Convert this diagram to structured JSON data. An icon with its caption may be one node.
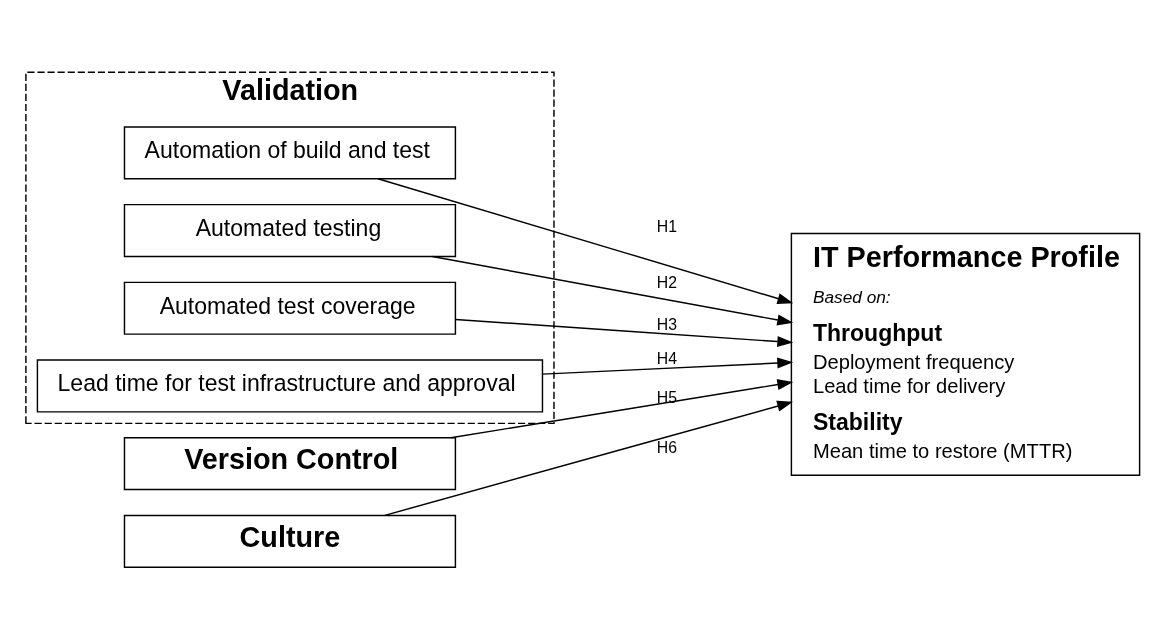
{
  "diagram": {
    "nodes": [
      {
        "text": [
          "Validation"
        ]
      },
      {
        "text": [
          "Automation of build and test"
        ],
        "in": 0
      },
      {
        "text": [
          "Automated testing"
        ],
        "in": 0
      },
      {
        "text": [
          "Automated test coverage"
        ],
        "in": 0
      },
      {
        "text": [
          "Lead time for test infrastructure and approval"
        ],
        "in": 0
      },
      {
        "text": [
          "Version Control"
        ]
      },
      {
        "text": [
          "Culture"
        ]
      },
      {
        "text": [
          "IT Performance Profile",
          "Based on:",
          "Throughput",
          "Deployment frequency",
          "Lead time for delivery",
          "Stability",
          "Mean time to restore (MTTR)"
        ]
      }
    ],
    "edges": [
      {
        "from": 1,
        "to": 7,
        "arrow": "to",
        "label": "H1"
      },
      {
        "from": 2,
        "to": 7,
        "arrow": "to",
        "label": "H2"
      },
      {
        "from": 3,
        "to": 7,
        "arrow": "to",
        "label": "H3"
      },
      {
        "from": 4,
        "to": 7,
        "arrow": "to",
        "label": "H4"
      },
      {
        "from": 5,
        "to": 7,
        "arrow": "to",
        "label": "H5"
      },
      {
        "from": 6,
        "to": 7,
        "arrow": "to",
        "label": "H6"
      }
    ]
  }
}
